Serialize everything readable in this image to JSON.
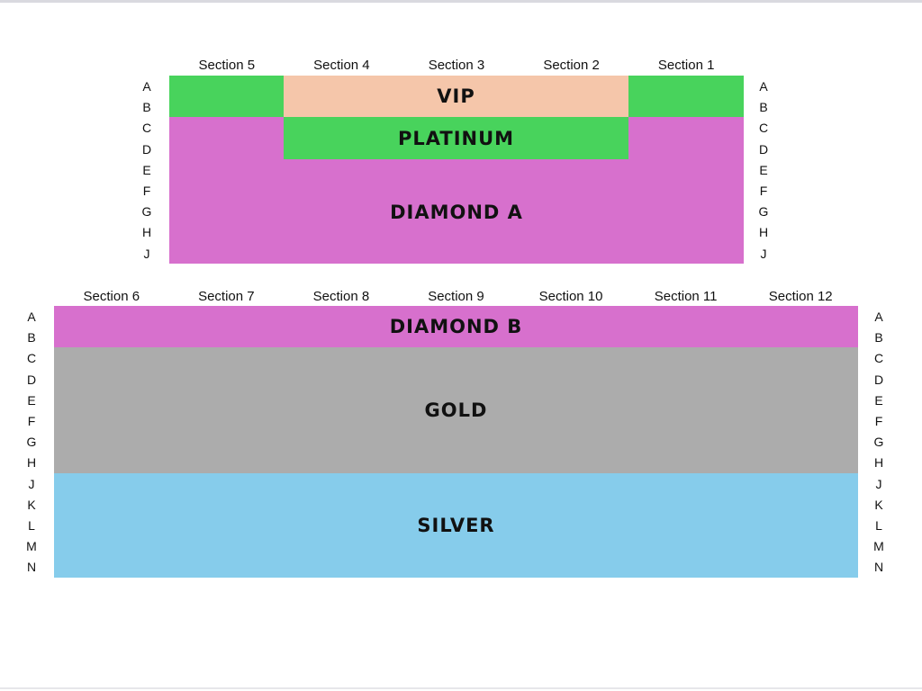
{
  "colors": {
    "vip": "#f5c6aa",
    "platinum": "#48d35c",
    "diamond": "#d770cd",
    "gold": "#acacac",
    "silver": "#86cceb"
  },
  "upper": {
    "sections": [
      "Section 5",
      "Section 4",
      "Section 3",
      "Section 2",
      "Section 1"
    ],
    "rows": [
      "A",
      "B",
      "C",
      "D",
      "E",
      "F",
      "G",
      "H",
      "J"
    ],
    "zones": {
      "vip": "VIP",
      "platinum": "PLATINUM",
      "diamond_a": "DIAMOND A"
    }
  },
  "lower": {
    "sections": [
      "Section 6",
      "Section 7",
      "Section 8",
      "Section 9",
      "Section 10",
      "Section 11",
      "Section 12"
    ],
    "rows": [
      "A",
      "B",
      "C",
      "D",
      "E",
      "F",
      "G",
      "H",
      "J",
      "K",
      "L",
      "M",
      "N"
    ],
    "zones": {
      "diamond_b": "DIAMOND B",
      "gold": "GOLD",
      "silver": "SILVER"
    }
  }
}
